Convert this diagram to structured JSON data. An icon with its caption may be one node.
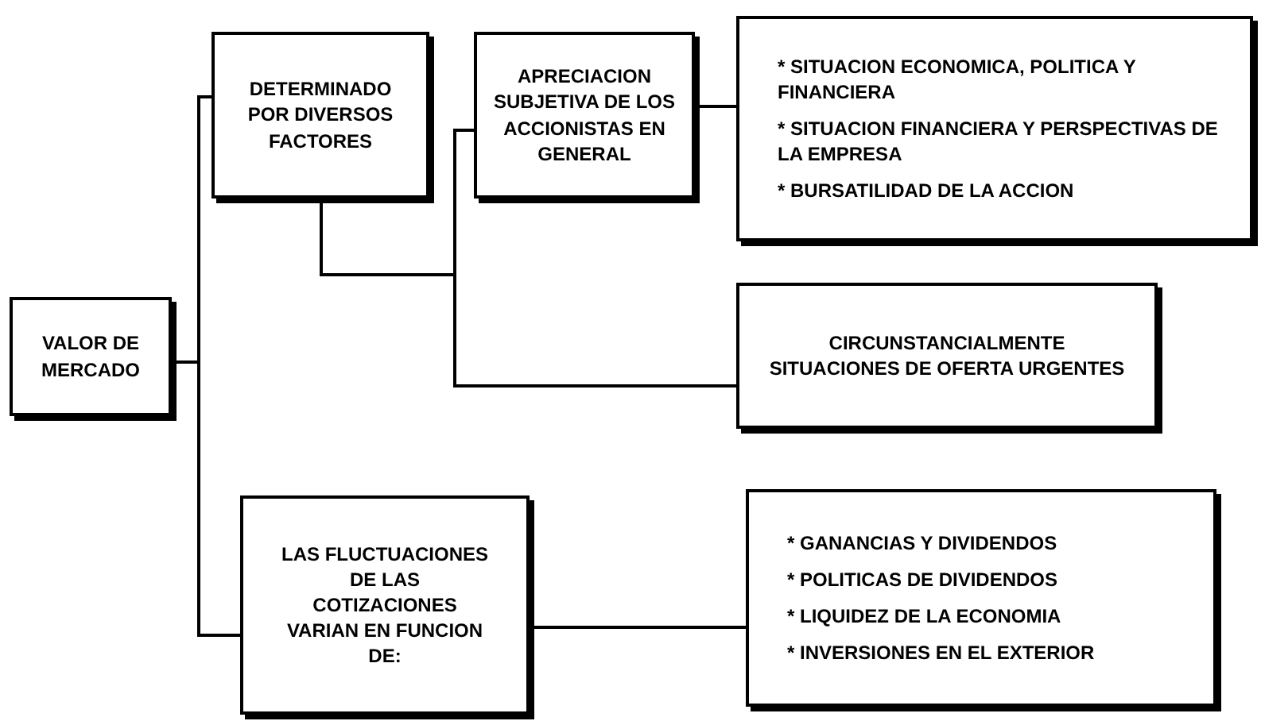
{
  "diagram": {
    "nodes": [
      {
        "text": [
          "VALOR DE MERCADO"
        ]
      },
      {
        "text": [
          "DETERMINADO POR DIVERSOS FACTORES"
        ]
      },
      {
        "text": [
          "APRECIACION SUBJETIVA DE LOS ACCIONISTAS EN GENERAL"
        ]
      },
      {
        "text": [
          "* SITUACION ECONOMICA, POLITICA Y FINANCIERA",
          "* SITUACION FINANCIERA Y PERSPECTIVAS DE LA EMPRESA",
          "* BURSATILIDAD DE LA ACCION"
        ]
      },
      {
        "text": [
          "CIRCUNSTANCIALMENTE SITUACIONES DE OFERTA URGENTES"
        ]
      },
      {
        "text": [
          "LAS FLUCTUACIONES DE LAS COTIZACIONES VARIAN EN FUNCION DE:"
        ]
      },
      {
        "text": [
          "* GANANCIAS Y DIVIDENDOS",
          "* POLITICAS DE DIVIDENDOS",
          "* LIQUIDEZ DE LA ECONOMIA",
          "* INVERSIONES EN EL EXTERIOR"
        ]
      }
    ],
    "edges": [
      {
        "from": 0,
        "to": 1,
        "arrow": "none"
      },
      {
        "from": 0,
        "to": 5,
        "arrow": "none"
      },
      {
        "from": 1,
        "to": 2,
        "arrow": "none"
      },
      {
        "from": 1,
        "to": 4,
        "arrow": "none"
      },
      {
        "from": 2,
        "to": 3,
        "arrow": "none"
      },
      {
        "from": 5,
        "to": 6,
        "arrow": "none"
      }
    ]
  }
}
